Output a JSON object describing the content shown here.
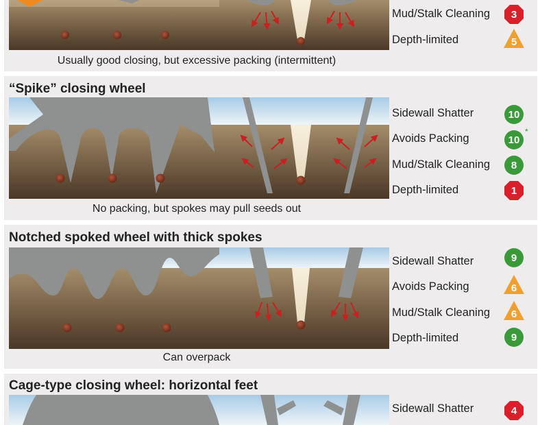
{
  "colors": {
    "green": "#3a9a3a",
    "orange": "#f0a030",
    "red": "#d9202a",
    "soil_top": "#9c8563",
    "soil_bottom": "#4a3726",
    "sky": "#a9cde8",
    "wheel": "#8f9090",
    "arrow": "#cc1f1f"
  },
  "sections": [
    {
      "id": "top-partial",
      "title": "",
      "caption": "Usually good closing, but excessive packing (intermittent)",
      "ratings": [
        {
          "label": "Mud/Stalk Cleaning",
          "value": "3",
          "shape": "octagon",
          "color": "red"
        },
        {
          "label": "Depth-limited",
          "value": "5",
          "shape": "triangle",
          "color": "orange"
        }
      ]
    },
    {
      "id": "spike",
      "title": "“Spike” closing wheel",
      "caption": "No packing, but spokes may pull seeds out",
      "ratings": [
        {
          "label": "Sidewall Shatter",
          "value": "10",
          "shape": "circle",
          "color": "green"
        },
        {
          "label": "Avoids Packing",
          "value": "10",
          "shape": "circle",
          "color": "green",
          "note": "*"
        },
        {
          "label": "Mud/Stalk Cleaning",
          "value": "8",
          "shape": "circle",
          "color": "green"
        },
        {
          "label": "Depth-limited",
          "value": "1",
          "shape": "octagon",
          "color": "red"
        }
      ]
    },
    {
      "id": "notched",
      "title": "Notched spoked wheel with thick spokes",
      "caption": "Can overpack",
      "ratings": [
        {
          "label": "Sidewall Shatter",
          "value": "9",
          "shape": "circle",
          "color": "green"
        },
        {
          "label": "Avoids Packing",
          "value": "6",
          "shape": "triangle",
          "color": "orange"
        },
        {
          "label": "Mud/Stalk Cleaning",
          "value": "6",
          "shape": "triangle",
          "color": "orange"
        },
        {
          "label": "Depth-limited",
          "value": "9",
          "shape": "circle",
          "color": "green"
        }
      ]
    },
    {
      "id": "cage",
      "title": "Cage-type closing wheel: horizontal feet",
      "caption": "",
      "ratings": [
        {
          "label": "Sidewall Shatter",
          "value": "4",
          "shape": "octagon",
          "color": "red"
        }
      ]
    }
  ]
}
